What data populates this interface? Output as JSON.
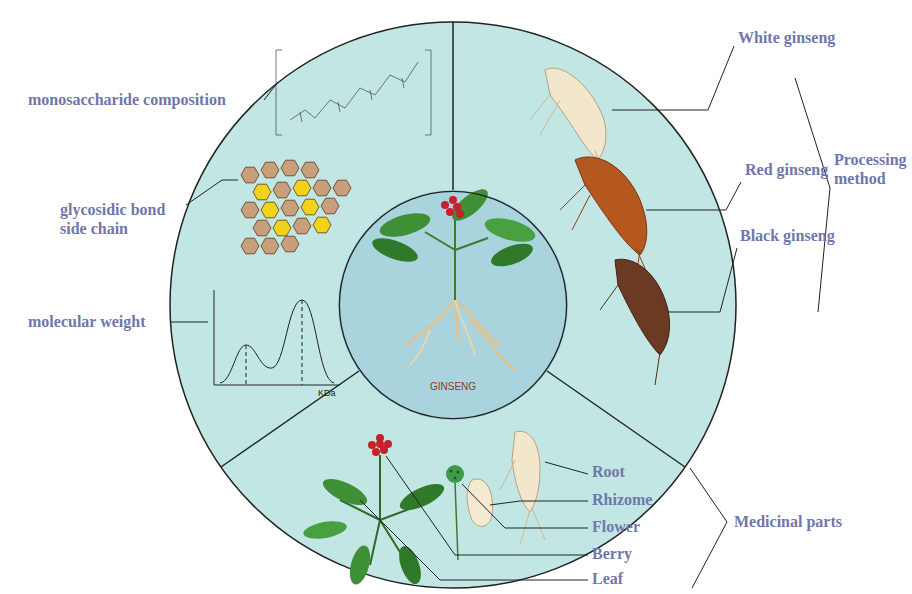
{
  "diagram": {
    "nodes": [
      {
        "text": [
          "GINSENG"
        ]
      }
    ],
    "labels": [
      "monosaccharide composition",
      "glycosidic bond side chain",
      "molecular weight",
      "KDa",
      "White ginseng",
      "Red ginseng",
      "Black ginseng",
      "Processing method",
      "Root",
      "Rhizome",
      "Flower",
      "Berry",
      "Leaf",
      "Medicinal parts"
    ]
  }
}
